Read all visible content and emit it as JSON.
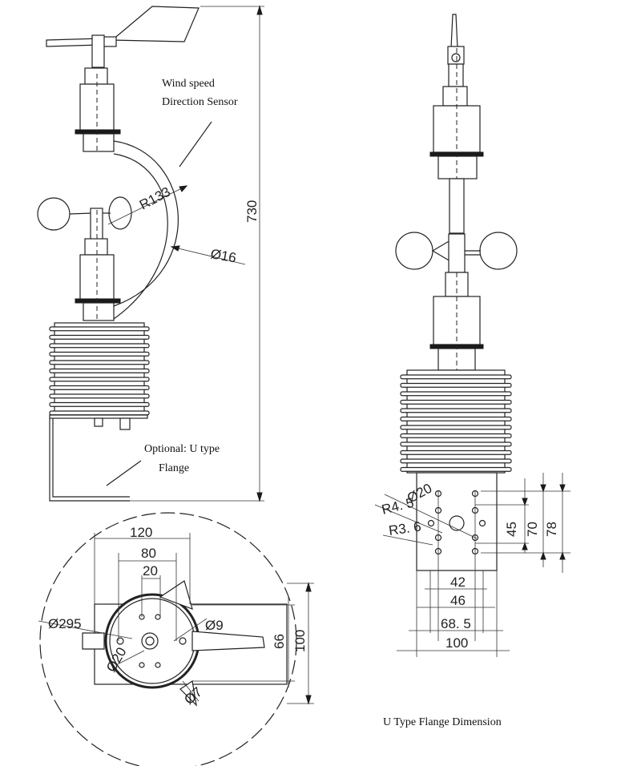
{
  "labels": {
    "sensor_label_line1": "Wind speed",
    "sensor_label_line2": "Direction Sensor",
    "flange_label_line1": "Optional: U type",
    "flange_label_line2": "Flange",
    "caption": "U Type Flange Dimension"
  },
  "dimensions": {
    "total_height": "730",
    "arc_radius": "R133",
    "arc_diameter": "Ø16",
    "top_width_120": "120",
    "top_width_80": "80",
    "top_width_20": "20",
    "circle_diameter": "Ø295",
    "hole_d9": "Ø9",
    "hole_d20": "Ø20",
    "hole_d7": "Ø7",
    "height_66": "66",
    "height_100": "100",
    "flange_d20": "Ø20",
    "flange_r45": "R4. 5",
    "flange_r36": "R3. 6",
    "flange_45": "45",
    "flange_70": "70",
    "flange_78": "78",
    "flange_42": "42",
    "flange_46": "46",
    "flange_685": "68. 5",
    "flange_100": "100"
  }
}
